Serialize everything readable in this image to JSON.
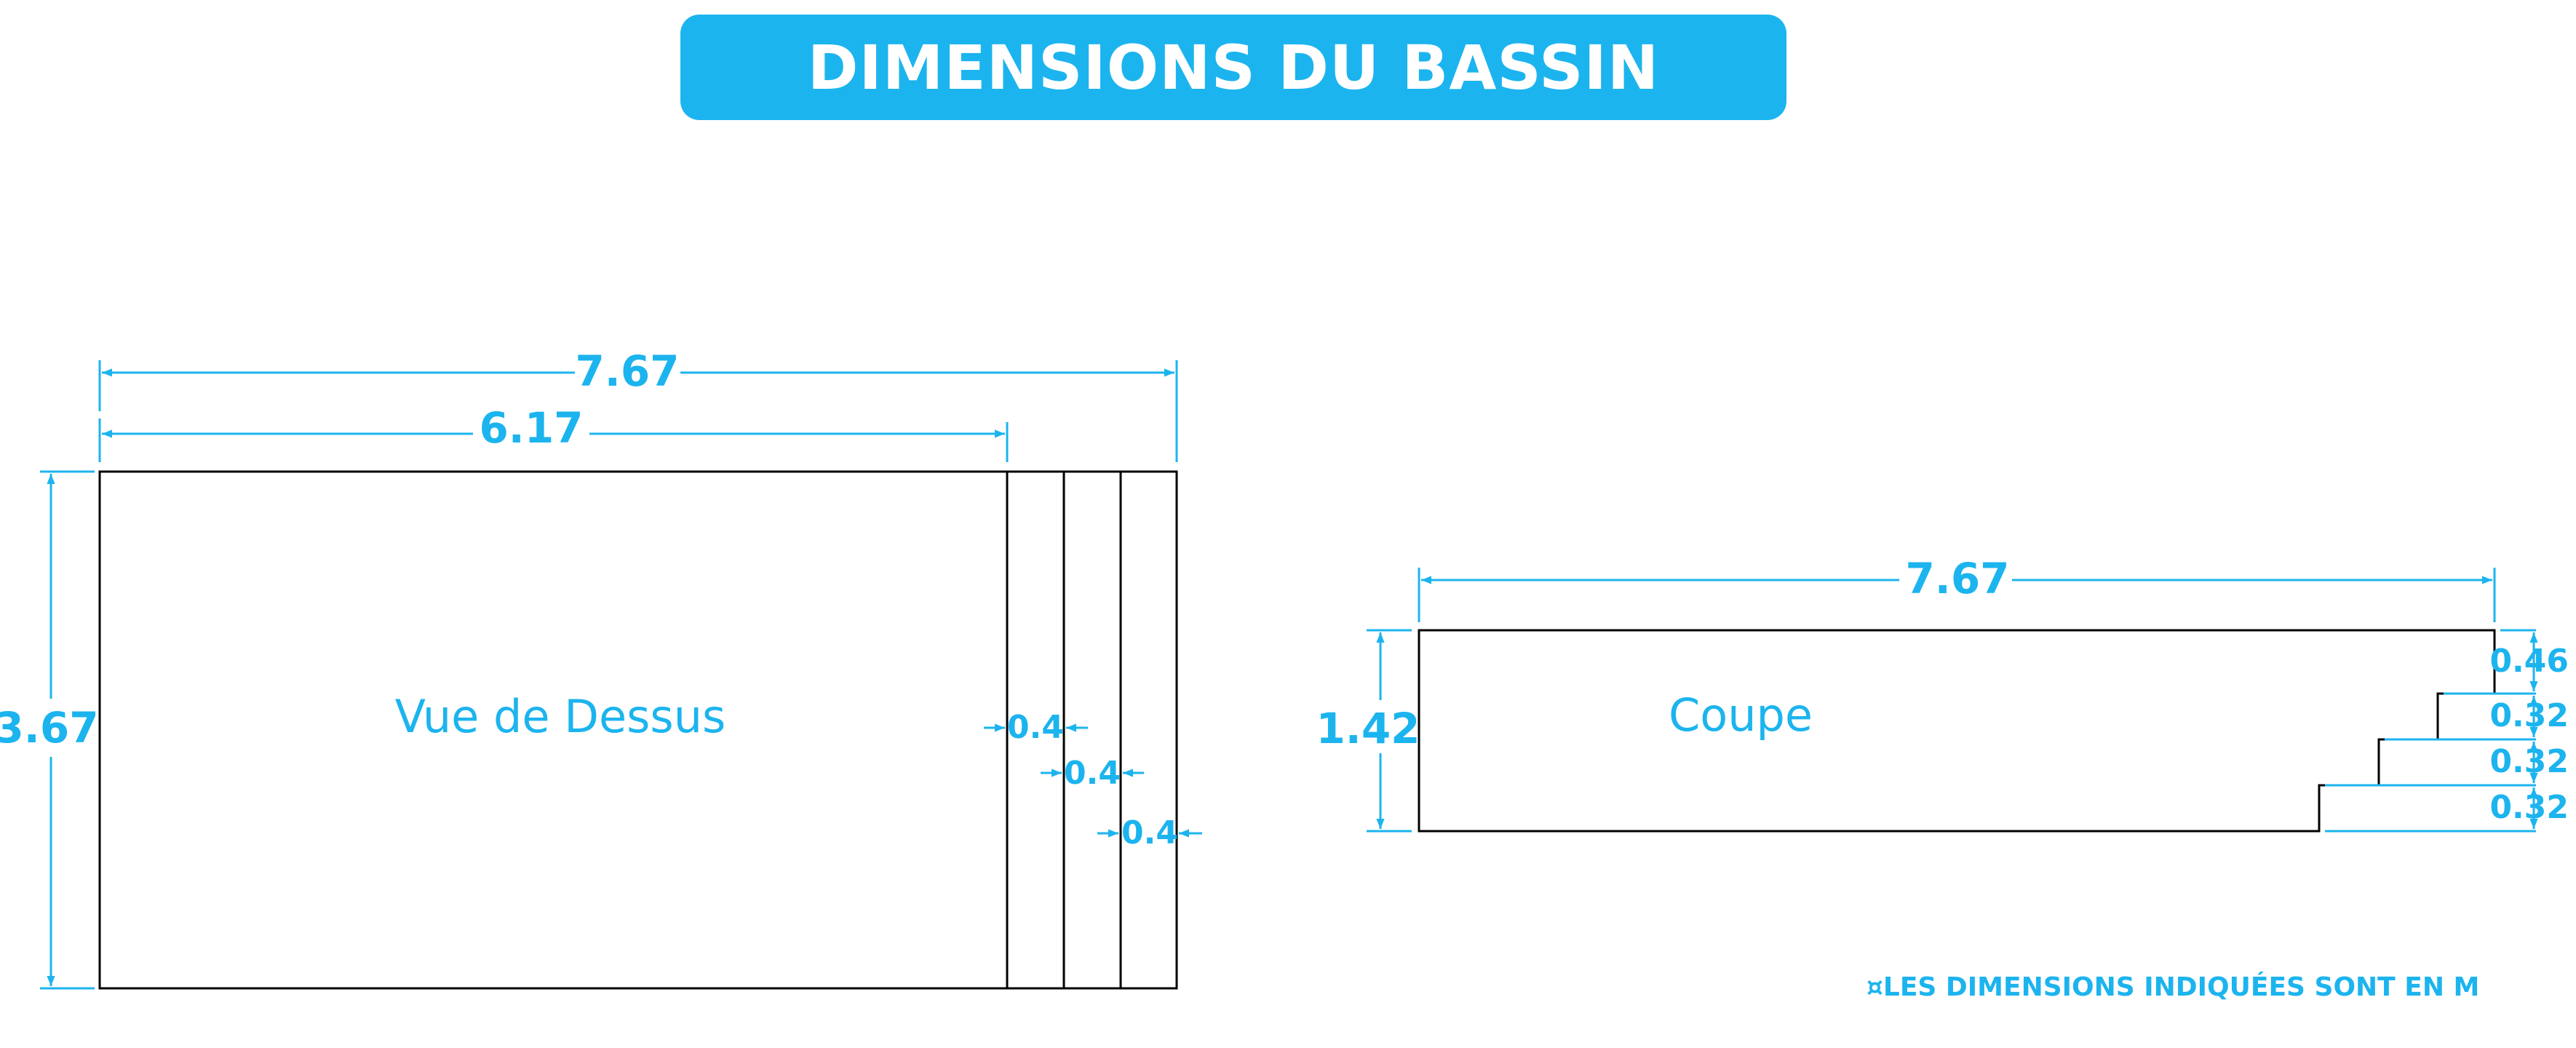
{
  "title": "DIMENSIONS DU BASSIN",
  "top_view": {
    "label": "Vue de Dessus",
    "total_length": "7.67",
    "basin_length": "6.17",
    "width": "3.67",
    "step_1": "0.4",
    "step_2": "0.4",
    "step_3": "0.4"
  },
  "section": {
    "label": "Coupe",
    "length": "7.67",
    "depth": "1.42",
    "h1": "0.46",
    "h2": "0.32",
    "h3": "0.32",
    "h4": "0.32"
  },
  "footnote": "¤LES DIMENSIONS INDIQUÉES SONT EN M",
  "colors": {
    "accent": "#1cb4ee",
    "outline": "#000000"
  }
}
